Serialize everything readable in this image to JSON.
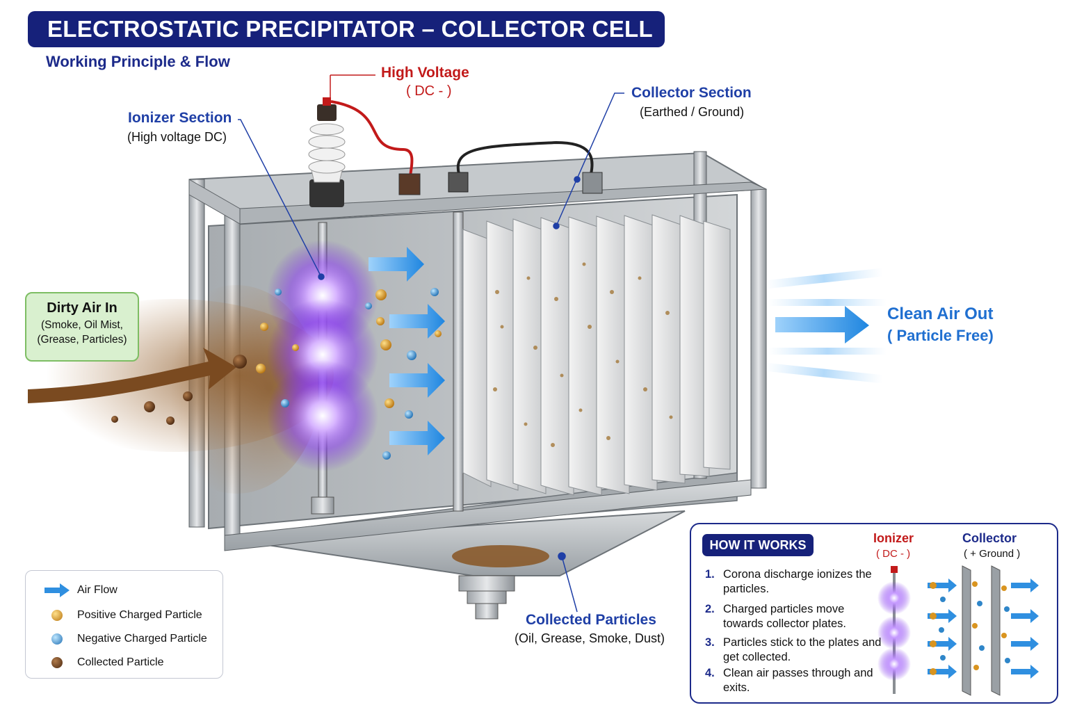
{
  "header": {
    "title": "ELECTROSTATIC PRECIPITATOR – COLLECTOR CELL",
    "subtitle": "Working Principle & Flow"
  },
  "callouts": {
    "high_voltage": {
      "line1": "High Voltage",
      "line2": "( DC - )"
    },
    "ionizer": {
      "line1": "Ionizer Section",
      "line2": "(High voltage DC)"
    },
    "collector": {
      "line1": "Collector Section",
      "line2": "(Earthed / Ground)"
    },
    "dirty_air": {
      "line1": "Dirty Air In",
      "line2": "(Smoke, Oil Mist,",
      "line3": "(Grease, Particles)"
    },
    "clean_air": {
      "line1": "Clean Air Out",
      "line2": "( Particle Free)"
    },
    "collected": {
      "line1": "Collected Particles",
      "line2": "(Oil, Grease, Smoke, Dust)"
    }
  },
  "legend": {
    "items": [
      {
        "label": "Air Flow",
        "icon": "blue-arrow-icon"
      },
      {
        "label": "Positive Charged Particle",
        "color": "#d9941f"
      },
      {
        "label": "Negative Charged Particle",
        "color": "#2f86c9"
      },
      {
        "label": "Collected Particle",
        "color": "#6b3d1c"
      }
    ]
  },
  "how_it_works": {
    "tag": "HOW IT WORKS",
    "ionizer_label": "Ionizer",
    "ionizer_sub": "( DC - )",
    "collector_label": "Collector",
    "collector_sub": "( + Ground )",
    "steps": [
      {
        "num": "1.",
        "text": "Corona discharge ionizes the particles."
      },
      {
        "num": "2.",
        "text": "Charged particles move towards collector plates."
      },
      {
        "num": "3.",
        "text": "Particles stick to the plates and get collected."
      },
      {
        "num": "4.",
        "text": "Clean air passes through and exits."
      }
    ]
  },
  "colors": {
    "title_bg": "#16217a",
    "accent_blue": "#1f3fa6",
    "voltage_red": "#c21a1a",
    "airflow_blue": "#2f8fe0",
    "ionizer_glow": "#8a3cf0",
    "dirty_brown": "#8a5a2b"
  }
}
